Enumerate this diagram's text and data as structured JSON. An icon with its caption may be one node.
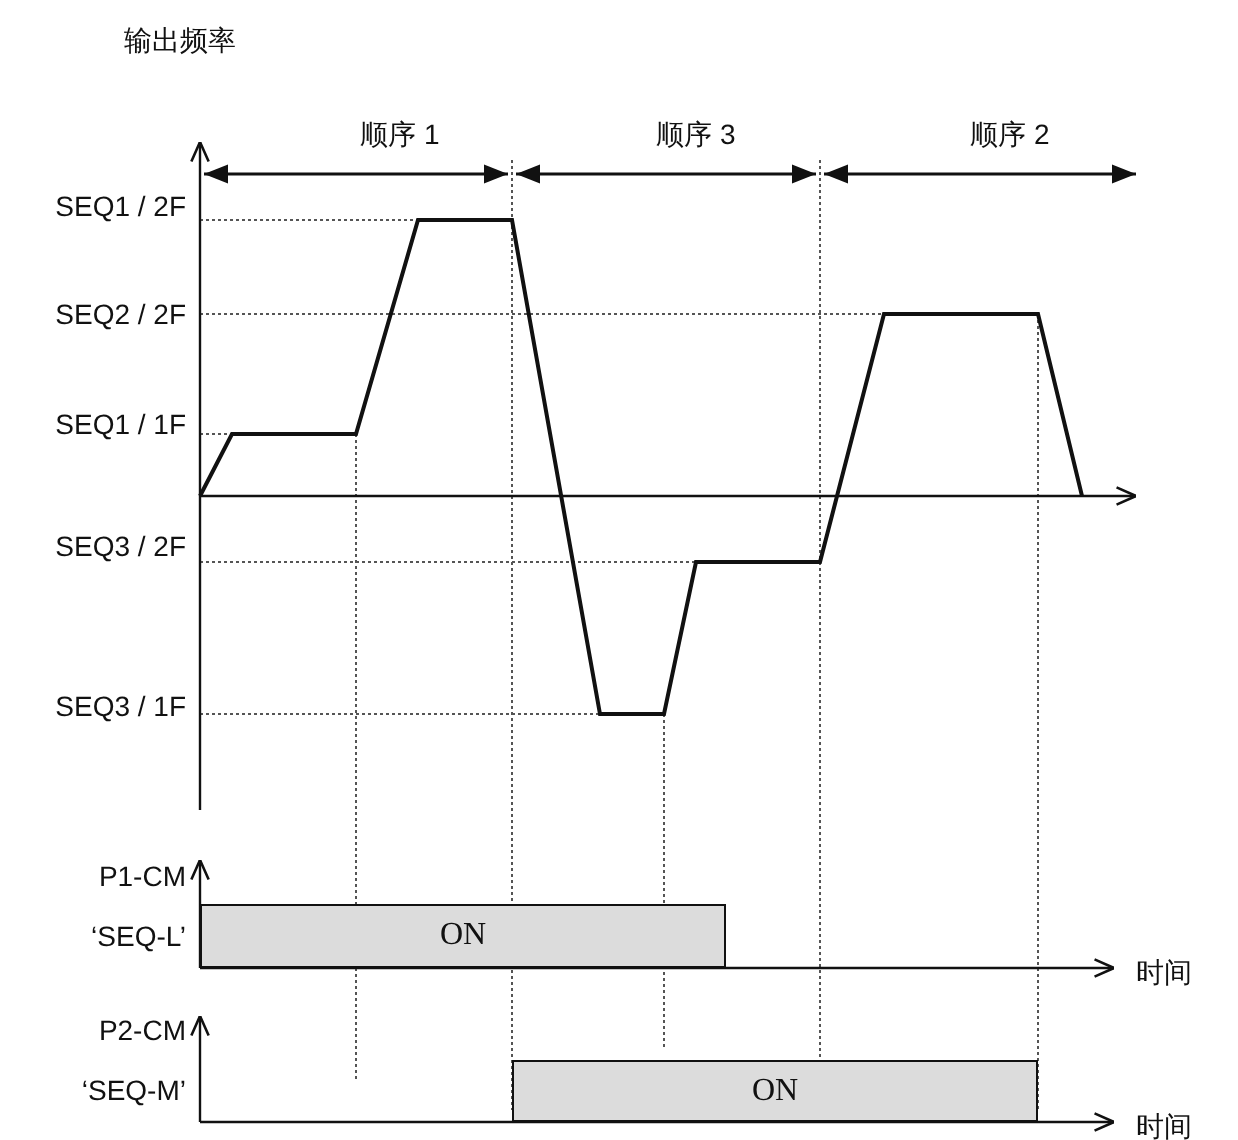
{
  "diagram": {
    "nodes": [
      {
        "text": [
          "ON"
        ]
      },
      {
        "text": [
          "ON"
        ]
      }
    ],
    "labels": [
      "输出频率",
      "顺序 1",
      "顺序 3",
      "顺序 2",
      "SEQ1 / 2F",
      "SEQ2 / 2F",
      "SEQ1 / 1F",
      "SEQ3 / 2F",
      "SEQ3 / 1F",
      "P1-CM",
      "‘SEQ-L’",
      "时间",
      "P2-CM",
      "‘SEQ-M’",
      "时间"
    ]
  }
}
